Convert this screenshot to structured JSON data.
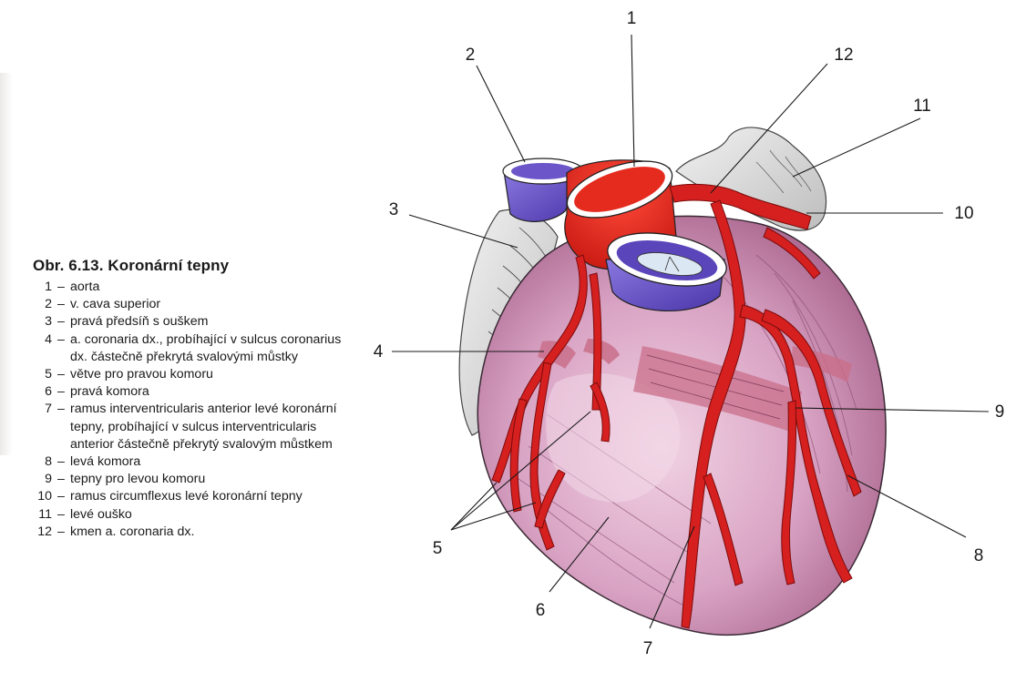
{
  "legend": {
    "title": "Obr. 6.13. Koronární tepny",
    "items": [
      {
        "num": "1",
        "text": "aorta"
      },
      {
        "num": "2",
        "text": "v. cava superior"
      },
      {
        "num": "3",
        "text": "pravá předsíň s ouškem"
      },
      {
        "num": "4",
        "text": "a. coronaria dx., probíhající v sulcus coronarius dx. částečně překrytá svalovými můstky"
      },
      {
        "num": "5",
        "text": "větve pro pravou komoru"
      },
      {
        "num": "6",
        "text": "pravá komora"
      },
      {
        "num": "7",
        "text": "ramus interventricularis anterior levé koronární tepny, probíhající v sulcus interventricularis anterior částečně překrytý svalovým můstkem"
      },
      {
        "num": "8",
        "text": "levá komora"
      },
      {
        "num": "9",
        "text": "tepny pro levou komoru"
      },
      {
        "num": "10",
        "text": "ramus circumflexus levé koronární tepny"
      },
      {
        "num": "11",
        "text": "levé ouško"
      },
      {
        "num": "12",
        "text": "kmen a. coronaria dx."
      }
    ]
  },
  "callouts": {
    "c1": "1",
    "c2": "2",
    "c3": "3",
    "c4": "4",
    "c5": "5",
    "c6": "6",
    "c7": "7",
    "c8": "8",
    "c9": "9",
    "c10": "10",
    "c11": "11",
    "c12": "12"
  },
  "colors": {
    "artery": "#d61f1f",
    "artery_dark": "#9c1010",
    "vein": "#6b55c9",
    "vein_light": "#b9b0ee",
    "myocardium": "#d9a3c4",
    "myocardium_dark": "#a35d86",
    "atrium": "#dfdfdf",
    "muscle_bridge": "#c96f8a"
  }
}
